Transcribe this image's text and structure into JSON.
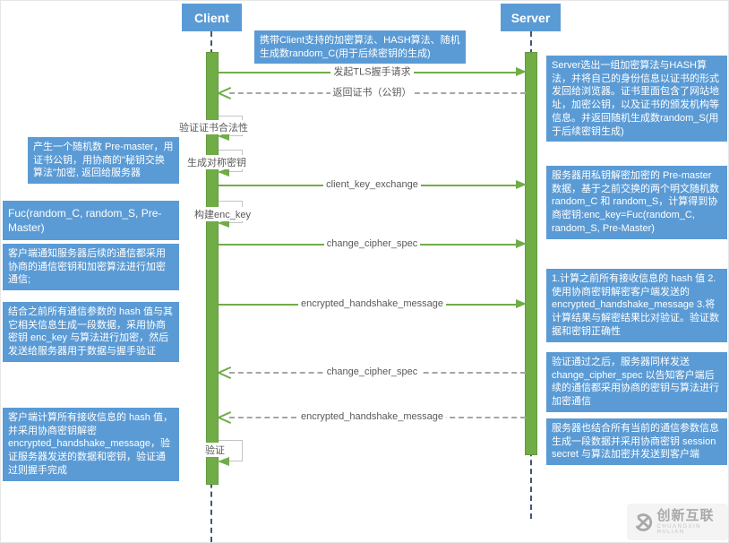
{
  "diagram": {
    "participants": [
      {
        "id": "client",
        "label": "Client"
      },
      {
        "id": "server",
        "label": "Server"
      }
    ],
    "note_top": "携带Client支持的加密算法、HASH算法、随机生成数random_C(用于后续密钥的生成)",
    "notes_left": [
      {
        "text": "产生一个随机数 Pre-master，用证书公钥，用协商的\"秘钥交换算法\"加密, 返回给服务器"
      },
      {
        "text": "Fuc(random_C, random_S, Pre-Master)"
      },
      {
        "text": "客户端通知服务器后续的通信都采用协商的通信密钥和加密算法进行加密通信;"
      },
      {
        "text": "结合之前所有通信参数的 hash 值与其它相关信息生成一段数据，采用协商密钥 enc_key 与算法进行加密，然后发送给服务器用于数据与握手验证"
      },
      {
        "text": "客户端计算所有接收信息的 hash 值，并采用协商密钥解密 encrypted_handshake_message，验证服务器发送的数据和密钥，验证通过则握手完成"
      }
    ],
    "notes_right": [
      {
        "text": "Server选出一组加密算法与HASH算法，并将自己的身份信息以证书的形式发回给浏览器。证书里面包含了网站地址，加密公钥，以及证书的颁发机构等信息。并返回随机生成数random_S(用于后续密钥生成)"
      },
      {
        "text": "服务器用私钥解密加密的 Pre-master 数据，基于之前交换的两个明文随机数 random_C 和 random_S，计算得到协商密钥:enc_key=Fuc(random_C, random_S, Pre-Master)"
      },
      {
        "text": "1.计算之前所有接收信息的 hash 值 2.使用协商密钥解密客户端发送的 encrypted_handshake_message 3.将计算结果与解密结果比对验证。验证数据和密钥正确性"
      },
      {
        "text": "验证通过之后，服务器同样发送 change_cipher_spec 以告知客户端后续的通信都采用协商的密钥与算法进行加密通信"
      },
      {
        "text": "服务器也结合所有当前的通信参数信息生成一段数据并采用协商密钥 session secret 与算法加密并发送到客户端"
      }
    ],
    "messages": [
      {
        "label": "发起TLS握手请求",
        "type": "solid",
        "direction": "right"
      },
      {
        "label": "返回证书（公钥）",
        "type": "dashed",
        "direction": "left"
      },
      {
        "label": "client_key_exchange",
        "type": "solid",
        "direction": "right"
      },
      {
        "label": "change_cipher_spec",
        "type": "solid",
        "direction": "right"
      },
      {
        "label": "encrypted_handshake_message",
        "type": "solid",
        "direction": "right"
      },
      {
        "label": "change_cipher_spec",
        "type": "dashed",
        "direction": "left"
      },
      {
        "label": "encrypted_handshake_message",
        "type": "dashed",
        "direction": "left"
      }
    ],
    "self_messages": [
      {
        "label": "验证证书合法性"
      },
      {
        "label": "生成对称密钥"
      },
      {
        "label": "构建enc_key"
      },
      {
        "label": "验证"
      }
    ],
    "watermark": {
      "title": "创新互联",
      "subtitle": "CHUANGXIN HULIAN"
    }
  },
  "colors": {
    "participant_blue": "#5b9bd5",
    "note_blue": "#5b9bd5",
    "activation_green": "#70ad47",
    "dashed_line_gray": "#a6a6a6",
    "lifeline_dark": "#3f5872",
    "label_gray": "#595959",
    "watermark_gray": "#a9a9a9"
  }
}
